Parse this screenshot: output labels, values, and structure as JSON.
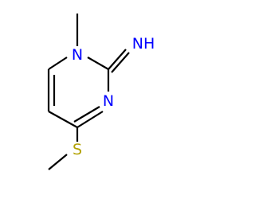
{
  "molecule": {
    "atoms": {
      "n1": {
        "symbol": "N",
        "color": "#0000ff"
      },
      "imine_n": {
        "symbol": "NH",
        "color": "#0000ff"
      },
      "n3": {
        "symbol": "N",
        "color": "#0000ff"
      },
      "s": {
        "symbol": "S",
        "color": "#b2a100"
      }
    },
    "bond_color": "#000000"
  }
}
